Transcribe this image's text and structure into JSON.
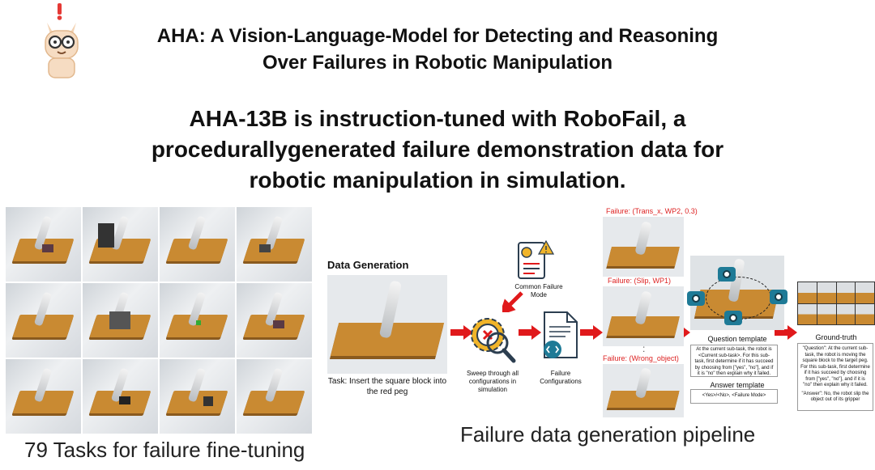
{
  "header": {
    "logo_icon": "llama-mascot-with-glasses",
    "title_line1": "AHA: A Vision-Language-Model for Detecting and Reasoning",
    "title_line2": "Over Failures in Robotic Manipulation"
  },
  "headline": {
    "line1": "AHA-13B is instruction-tuned with RoboFail, a",
    "line2": "procedurallygenerated failure demonstration data for",
    "line3": "robotic manipulation in simulation."
  },
  "tasks_panel": {
    "caption": "79 Tasks for failure fine-tuning",
    "thumbnail_count": 12
  },
  "pipeline": {
    "section_label": "Data Generation",
    "task_text": "Task: Insert the square block into the red peg",
    "common_failure_mode": "Common Failure Mode",
    "sweep_label": "Sweep through all configurations in simulation",
    "failure_configurations": "Failure Configurations",
    "failures": [
      "Failure: (Trans_x, WP2, 0.3)",
      "Failure: (Slip, WP1)",
      "Failure: (Wrong_object)"
    ],
    "ellipsis": ":",
    "question_template_title": "Question template",
    "question_template_text": "At the current sub-task, the robot is <Current sub-task>. For this sub-task, first determine if it has succeed by choosing from [\"yes\", \"no\"], and if it is \"no\" then explain why it failed.",
    "answer_template_title": "Answer template",
    "answer_template_text": "<Yes>/<No>, <Failure Mode>",
    "ground_truth_title": "Ground-truth",
    "ground_truth_question": "\"Question\": At the current sub-task, the robot is moving the square block to the target peg. For this sub-task, first determine if it has succeed by choosing from [\"yes\", \"no\"], and if it is \"no\" then explain why it failed.",
    "ground_truth_answer": "\"Answer\": No, the robot slip the object out of its gripper",
    "caption": "Failure data generation pipeline"
  },
  "colors": {
    "arrow": "#e0191b",
    "failure_text": "#d22222",
    "camera": "#1e7a96",
    "table_wood": "#c98a32"
  }
}
